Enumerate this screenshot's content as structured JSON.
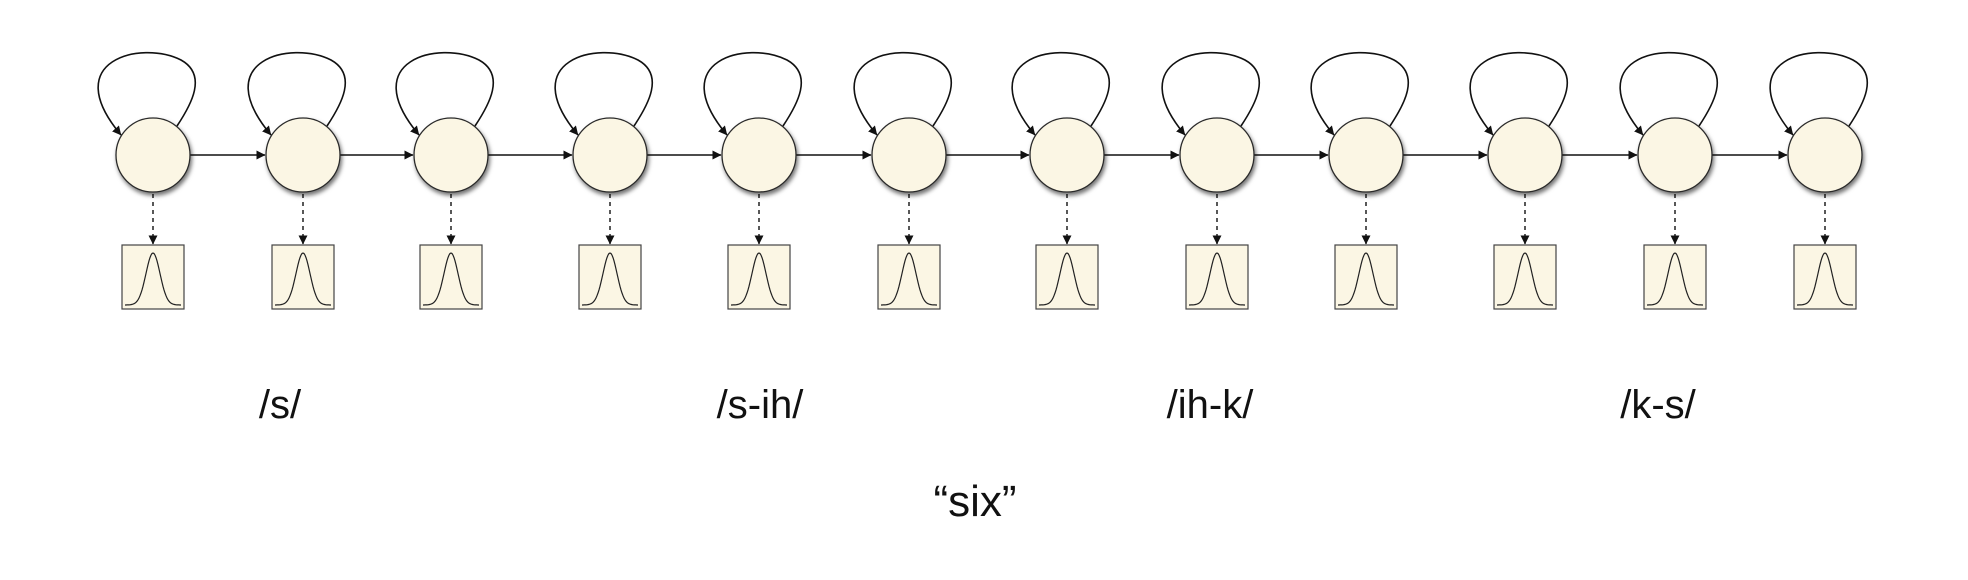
{
  "diagram": {
    "states": [
      {
        "id": 1
      },
      {
        "id": 2
      },
      {
        "id": 3
      },
      {
        "id": 4
      },
      {
        "id": 5
      },
      {
        "id": 6
      },
      {
        "id": 7
      },
      {
        "id": 8
      },
      {
        "id": 9
      },
      {
        "id": 10
      },
      {
        "id": 11
      },
      {
        "id": 12
      }
    ],
    "phonemes": [
      {
        "label": "/s/"
      },
      {
        "label": "/s-ih/"
      },
      {
        "label": "/ih-k/"
      },
      {
        "label": "/k-s/"
      }
    ],
    "word": "“six”",
    "colors": {
      "state_fill": "#fbf6e4",
      "state_stroke": "#2a2a2a",
      "emission_fill": "#fbf6e4",
      "edge": "#111111"
    }
  }
}
